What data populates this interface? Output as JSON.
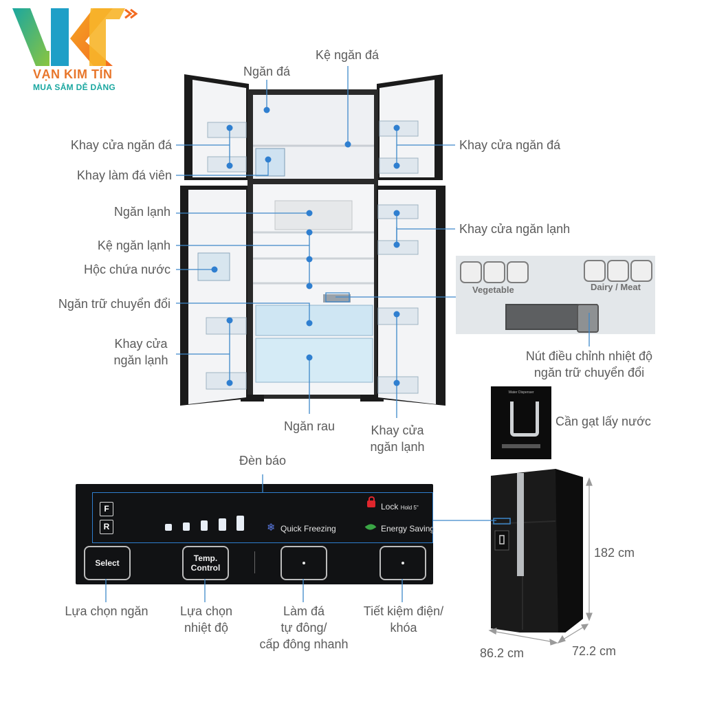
{
  "brand": {
    "name": "VẠN KIM TÍN",
    "slogan": "MUA SẮM DỄ DÀNG"
  },
  "labels": {
    "ngan_da": "Ngăn đá",
    "ke_ngan_da": "Kệ ngăn đá",
    "khay_cua_ngan_da_left": "Khay cửa ngăn đá",
    "khay_cua_ngan_da_right": "Khay cửa ngăn đá",
    "khay_lam_da_vien": "Khay làm đá viên",
    "ngan_lanh": "Ngăn lạnh",
    "khay_cua_ngan_lanh_right_top": "Khay cửa ngăn lạnh",
    "ke_ngan_lanh": "Kệ ngăn lạnh",
    "hoc_chua_nuoc": "Hộc chứa nước",
    "ngan_tru_chuyen_doi": "Ngăn trữ chuyển đổi",
    "khay_cua_ngan_lanh_left": [
      "Khay cửa",
      "ngăn lạnh"
    ],
    "nut_dieu_chinh": [
      "Nút điều chỉnh nhiệt độ",
      "ngăn trữ chuyển đổi"
    ],
    "ngan_rau": "Ngăn rau",
    "khay_cua_ngan_lanh_bottom": [
      "Khay cửa",
      "ngăn lạnh"
    ],
    "can_gat_lay_nuoc": "Cần gạt lấy nước",
    "den_bao": "Đèn báo",
    "lua_chon_ngan": "Lựa chọn ngăn",
    "lua_chon_nhiet_do": [
      "Lựa chọn",
      "nhiệt độ"
    ],
    "lam_da": [
      "Làm đá",
      "tự đông/",
      "cấp đông nhanh"
    ],
    "tiet_kiem": [
      "Tiết kiệm điện/",
      "khóa"
    ]
  },
  "dimensions": {
    "height": "182 cm",
    "width": "86.2 cm",
    "depth": "72.2 cm"
  },
  "selector_panel": {
    "vegetable": "Vegetable",
    "dairy_meat": "Dairy / Meat"
  },
  "control_panel": {
    "f": "F",
    "r": "R",
    "quick_freezing": "Quick Freezing",
    "lock": "Lock",
    "lock_hint": "Hold 5\"",
    "energy_saving": "Energy Saving",
    "btn_select": "Select",
    "btn_temp": "Temp. Control"
  },
  "dispenser": {
    "caption": "Water Dispenser"
  },
  "colors": {
    "leader": "#3d88c9",
    "dot": "#2f7fd0",
    "panel": "#111214",
    "lock_red": "#e0262d",
    "leaf_green": "#3aa545",
    "snow_blue": "#5b7be6"
  }
}
